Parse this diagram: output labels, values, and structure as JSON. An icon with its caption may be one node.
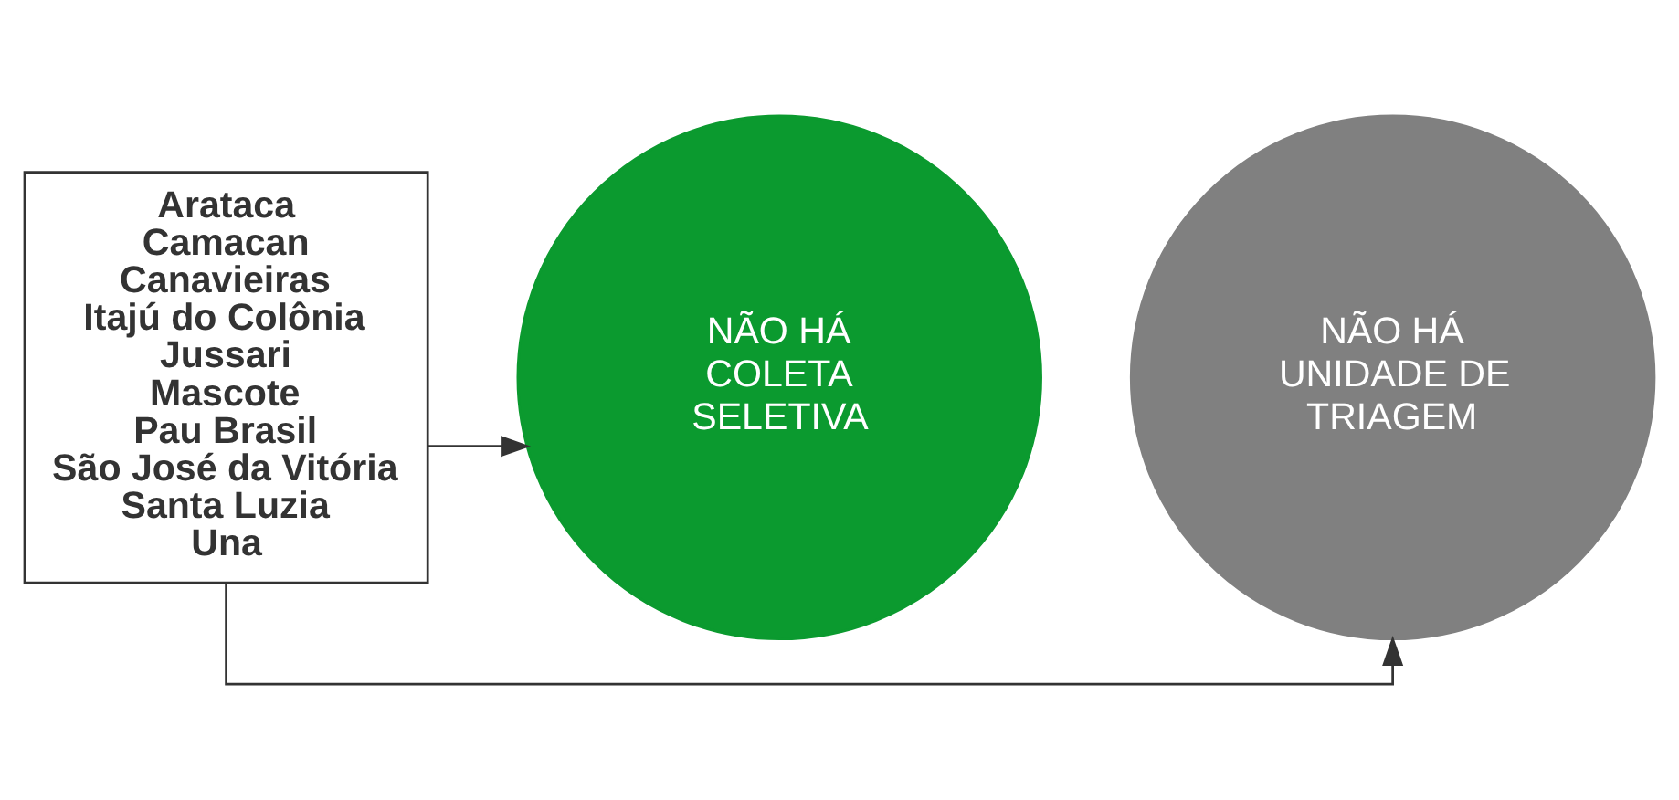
{
  "diagram": {
    "nodes": [
      {
        "text": [
          "Arataca",
          "Camacan",
          "Canavieiras",
          "Itajú do Colônia",
          "Jussari",
          "Mascote",
          "Pau Brasil",
          "São José da Vitória",
          "Santa Luzia",
          "Una"
        ]
      },
      {
        "text": [
          "NÃO HÁ COLETA SELETIVA"
        ]
      },
      {
        "text": [
          "NÃO HÁ UNIDADE DE TRIAGEM"
        ]
      }
    ],
    "edges": [
      {
        "from": 0,
        "to": 1,
        "arrow": "to"
      },
      {
        "from": 0,
        "to": 2,
        "arrow": "to"
      }
    ]
  }
}
